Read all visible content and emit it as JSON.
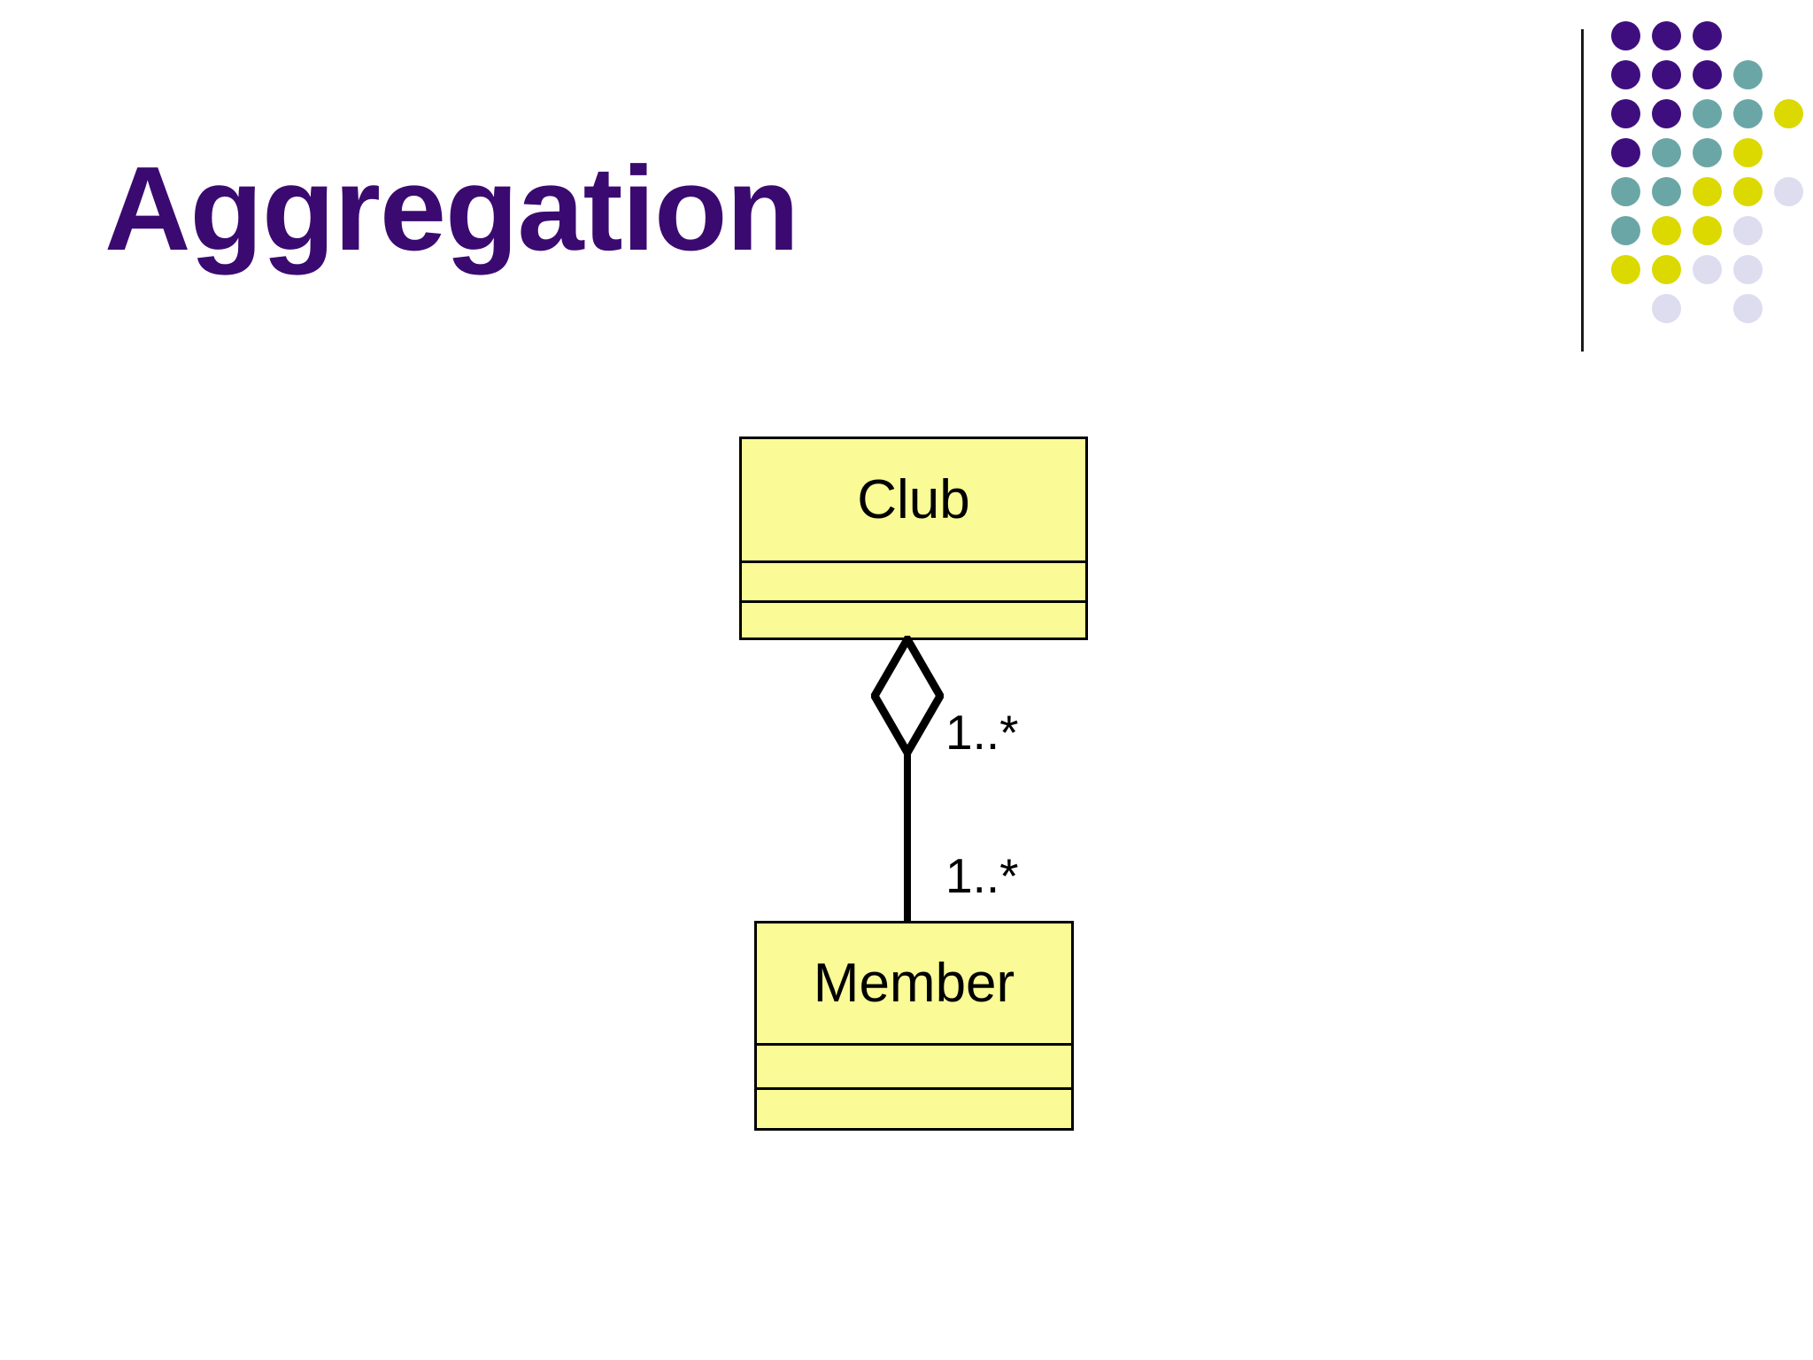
{
  "slide": {
    "title": "Aggregation",
    "background_color": "#FFFFFF",
    "title_color": "#3B0A70"
  },
  "logo": {
    "name": "dot-matrix-logo",
    "rule_color": "#1A1A1A",
    "colors": {
      "purple": "#3F0E7E",
      "teal": "#6BA6A6",
      "yellow": "#DBD900",
      "lavender": "#DEDCEF"
    },
    "grid": [
      [
        "purple",
        "purple",
        "purple",
        "",
        ""
      ],
      [
        "purple",
        "purple",
        "purple",
        "teal",
        ""
      ],
      [
        "purple",
        "purple",
        "teal",
        "teal",
        "yellow"
      ],
      [
        "purple",
        "teal",
        "teal",
        "yellow",
        ""
      ],
      [
        "teal",
        "teal",
        "yellow",
        "yellow",
        "lavender"
      ],
      [
        "teal",
        "yellow",
        "yellow",
        "lavender",
        ""
      ],
      [
        "yellow",
        "yellow",
        "lavender",
        "lavender",
        ""
      ],
      [
        "",
        "lavender",
        "",
        "lavender",
        ""
      ]
    ]
  },
  "diagram": {
    "type": "uml-class-diagram",
    "relationship": "aggregation",
    "class_fill_color": "#FAFA96",
    "class_border_color": "#000000",
    "classes": [
      {
        "id": "club",
        "name": "Club",
        "attributes": [],
        "operations": []
      },
      {
        "id": "member",
        "name": "Member",
        "attributes": [],
        "operations": []
      }
    ],
    "association": {
      "kind": "aggregation",
      "diamond": "hollow",
      "whole": "Club",
      "part": "Member",
      "multiplicity_whole_end": "1..*",
      "multiplicity_part_end": "1..*"
    }
  }
}
